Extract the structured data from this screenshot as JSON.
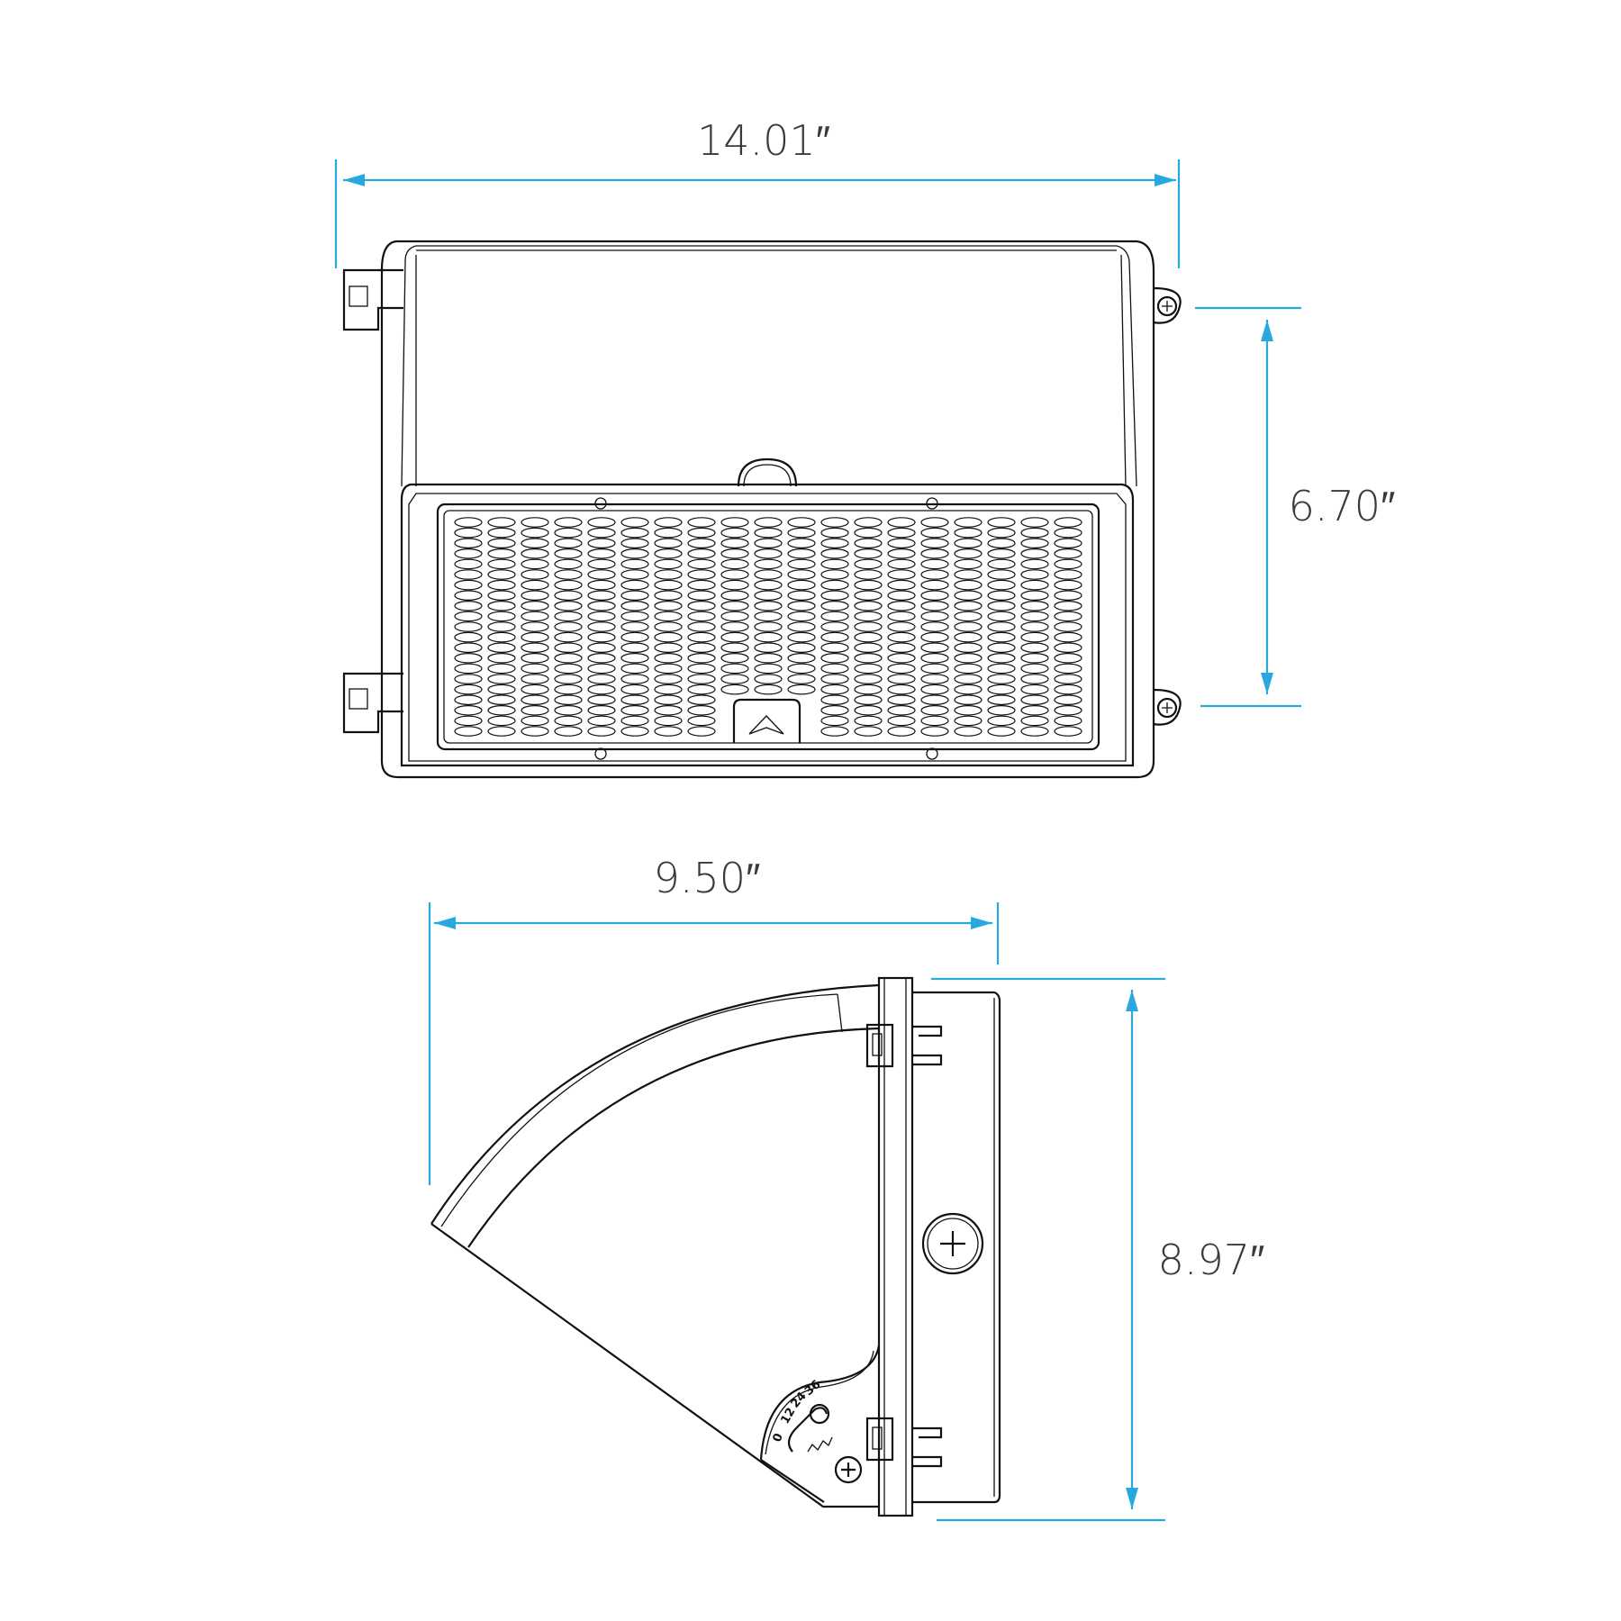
{
  "dimensions": {
    "width": "14.01″",
    "height_front": "6.70″",
    "depth": "9.50″",
    "height_side": "8.97″"
  },
  "side_view": {
    "tilt_dial_labels": [
      "0",
      "12",
      "24",
      "36"
    ]
  },
  "colors": {
    "dimension_line": "#29a8e0",
    "outline": "#111111"
  }
}
